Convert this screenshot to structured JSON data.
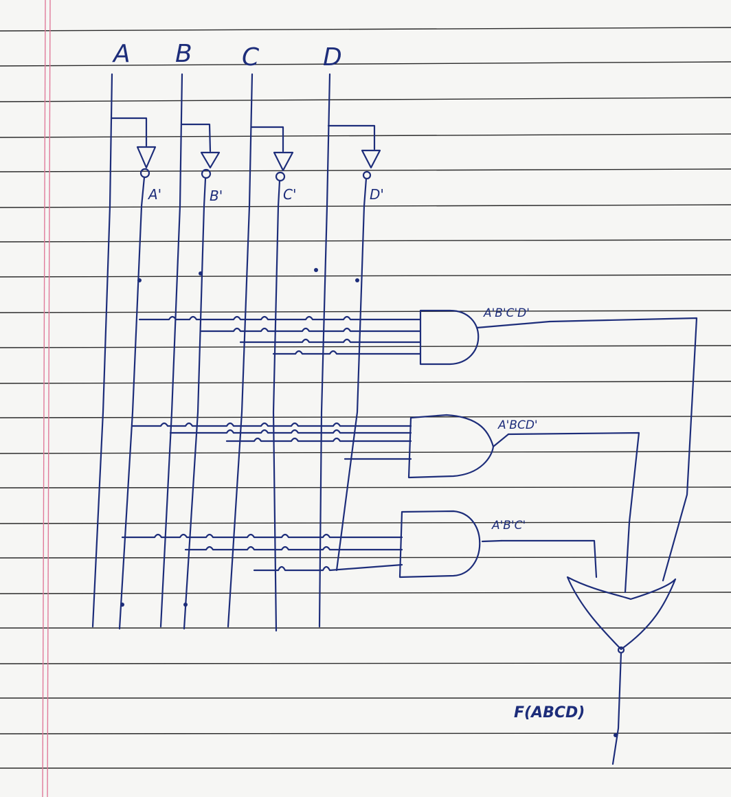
{
  "inputs": [
    {
      "label": "A"
    },
    {
      "label": "B"
    },
    {
      "label": "C"
    },
    {
      "label": "D"
    }
  ],
  "inverter_outputs": [
    {
      "label": "A'"
    },
    {
      "label": "B'"
    },
    {
      "label": "C'"
    },
    {
      "label": "D'"
    }
  ],
  "and_gates": [
    {
      "term": "A'B'C'D'"
    },
    {
      "term": "A'BCD'"
    },
    {
      "term": "A'B'C'"
    }
  ],
  "or_gate": {
    "output": "F(ABCD)"
  },
  "colors": {
    "ink": "#1d2d7a",
    "paper": "#f6f6f4",
    "rule": "#2a2a2a",
    "margin": "#e07a9a"
  }
}
